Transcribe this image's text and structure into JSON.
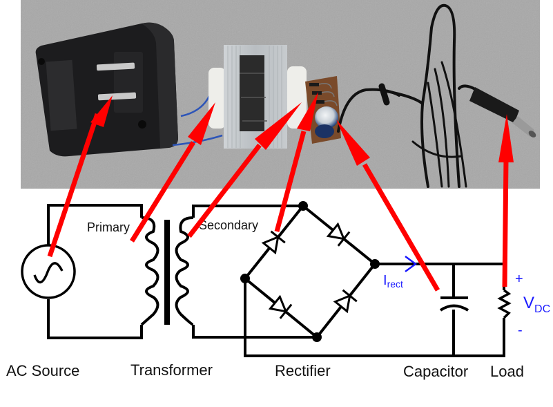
{
  "photo": {
    "description": "Disassembled wall-wart power adapter: plug housing, transformer, rectifier board with capacitor, DC output cord",
    "background_color": "#a9a9a9"
  },
  "circuit": {
    "winding_labels": {
      "primary": "Primary",
      "secondary": "Secondary"
    },
    "current_label": {
      "main": "I",
      "subscript": "rect"
    },
    "voltage_label": {
      "main": "V",
      "subscript": "DC",
      "plus": "+",
      "minus": "-"
    }
  },
  "stage_labels": [
    {
      "id": "ac-source",
      "text": "AC Source"
    },
    {
      "id": "transformer",
      "text": "Transformer"
    },
    {
      "id": "rectifier",
      "text": "Rectifier"
    },
    {
      "id": "capacitor",
      "text": "Capacitor"
    },
    {
      "id": "load",
      "text": "Load"
    }
  ],
  "arrows": [
    {
      "from": "ac-source",
      "to": "wall-plug-prongs"
    },
    {
      "from": "primary-winding",
      "to": "transformer-primary-side"
    },
    {
      "from": "secondary-winding",
      "to": "transformer-secondary-side"
    },
    {
      "from": "rectifier-diode",
      "to": "rectifier-diodes-board"
    },
    {
      "from": "capacitor",
      "to": "electrolytic-capacitor"
    },
    {
      "from": "load-positive",
      "to": "dc-barrel-plug"
    }
  ],
  "colors": {
    "arrow": "#ff0000",
    "wire": "#000000",
    "annotation": "#1a1aff",
    "text": "#111111"
  }
}
